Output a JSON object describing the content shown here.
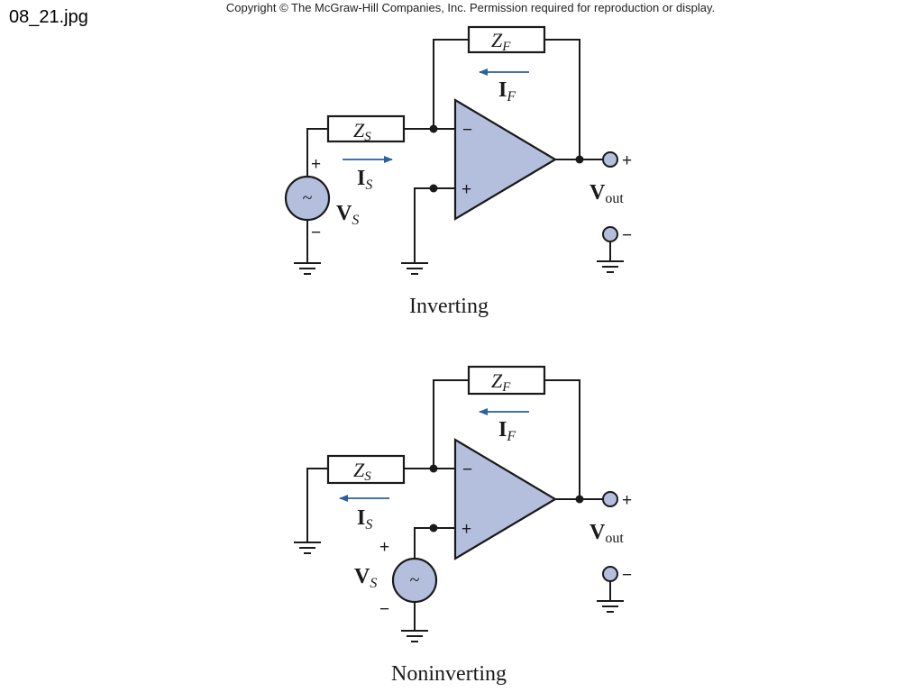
{
  "header": {
    "filename": "08_21.jpg",
    "copyright": "Copyright © The McGraw-Hill Companies, Inc. Permission required for reproduction or display."
  },
  "colors": {
    "fill": "#b4bfde",
    "arrow": "#2a5fa0",
    "line": "#1a1a1a"
  },
  "labels": {
    "ZF_main": "Z",
    "ZF_sub": "F",
    "ZS_main": "Z",
    "ZS_sub": "S",
    "IF_main": "I",
    "IF_sub": "F",
    "IS_main": "I",
    "IS_sub": "S",
    "VS_main": "V",
    "VS_sub": "S",
    "Vout_main": "V",
    "Vout_sub": "out",
    "plus": "+",
    "minus": "−",
    "tilde": "~"
  },
  "circuits": {
    "inverting": {
      "caption": "Inverting"
    },
    "noninverting": {
      "caption": "Noninverting"
    }
  }
}
